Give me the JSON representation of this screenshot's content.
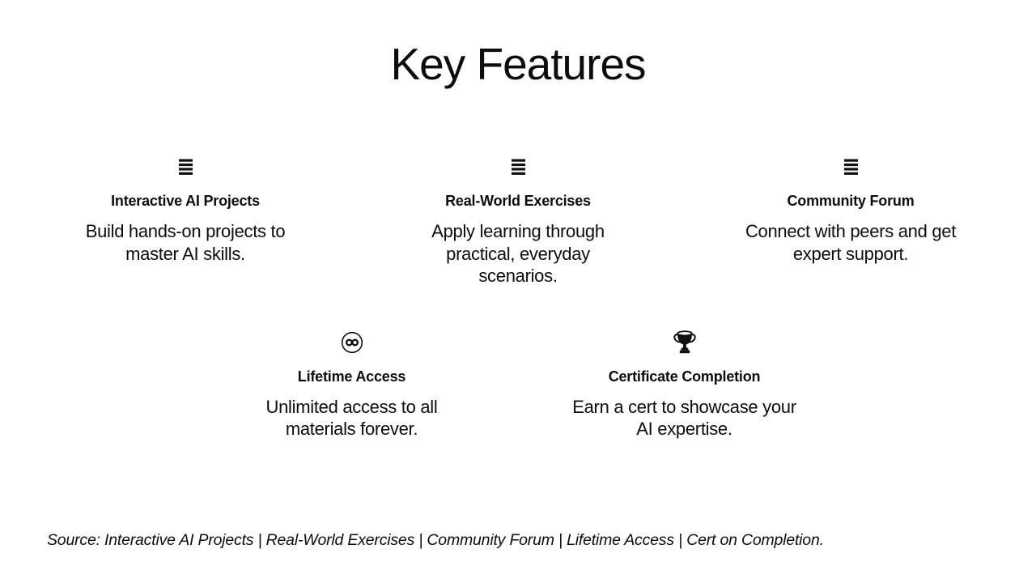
{
  "page": {
    "title": "Key Features",
    "background_color": "#ffffff",
    "text_color": "#0d0d0d"
  },
  "features": [
    {
      "icon": "list-icon",
      "title": "Interactive AI Projects",
      "description": "Build hands-on projects to master AI skills."
    },
    {
      "icon": "list-icon",
      "title": "Real-World Exercises",
      "description": "Apply learning through practical, everyday scenarios."
    },
    {
      "icon": "list-icon",
      "title": "Community Forum",
      "description": "Connect with peers and get expert support."
    },
    {
      "icon": "infinity-icon",
      "title": "Lifetime Access",
      "description": "Unlimited access to all materials forever."
    },
    {
      "icon": "trophy-icon",
      "title": "Certificate Completion",
      "description": "Earn a cert to showcase your AI expertise."
    }
  ],
  "source": {
    "text": "Source: Interactive AI Projects | Real-World Exercises | Community Forum | Lifetime Access | Cert on Completion."
  }
}
